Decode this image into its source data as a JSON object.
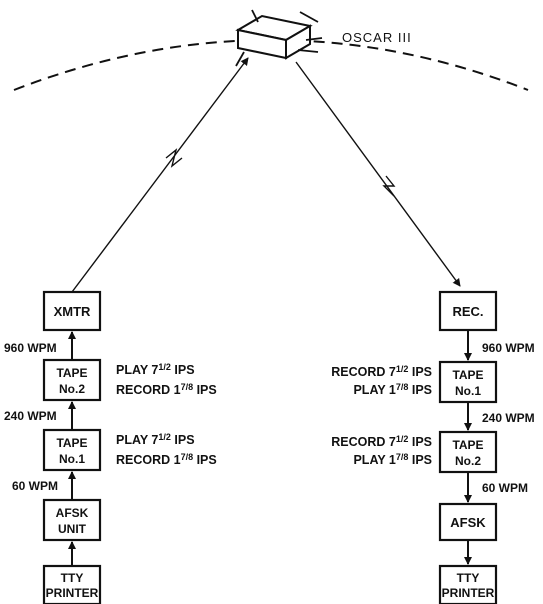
{
  "satellite": {
    "label": "OSCAR III"
  },
  "uplink": {
    "blocks": [
      {
        "lines": [
          "XMTR"
        ]
      },
      {
        "lines": [
          "TAPE",
          "No.2"
        ]
      },
      {
        "lines": [
          "TAPE",
          "No.1"
        ]
      },
      {
        "lines": [
          "AFSK",
          "UNIT"
        ]
      },
      {
        "lines": [
          "TTY",
          "PRINTER"
        ]
      }
    ],
    "rates": [
      "960 WPM",
      "240 WPM",
      "60 WPM"
    ],
    "tape2_notes": {
      "line1_prefix": "PLAY 7",
      "line1_frac": "1/2",
      "line1_suffix": " IPS",
      "line2_prefix": "RECORD 1",
      "line2_frac": "7/8",
      "line2_suffix": " IPS"
    },
    "tape1_notes": {
      "line1_prefix": "PLAY 7",
      "line1_frac": "1/2",
      "line1_suffix": " IPS",
      "line2_prefix": "RECORD 1",
      "line2_frac": "7/8",
      "line2_suffix": " IPS"
    }
  },
  "downlink": {
    "blocks": [
      {
        "lines": [
          "REC."
        ]
      },
      {
        "lines": [
          "TAPE",
          "No.1"
        ]
      },
      {
        "lines": [
          "TAPE",
          "No.2"
        ]
      },
      {
        "lines": [
          "AFSK"
        ]
      },
      {
        "lines": [
          "TTY",
          "PRINTER"
        ]
      }
    ],
    "rates": [
      "960 WPM",
      "240 WPM",
      "60 WPM"
    ],
    "tape1_notes": {
      "line1_prefix": "RECORD 7",
      "line1_frac": "1/2",
      "line1_suffix": " IPS",
      "line2_prefix": "PLAY 1",
      "line2_frac": "7/8",
      "line2_suffix": " IPS"
    },
    "tape2_notes": {
      "line1_prefix": "RECORD 7",
      "line1_frac": "1/2",
      "line1_suffix": " IPS",
      "line2_prefix": "PLAY 1",
      "line2_frac": "7/8",
      "line2_suffix": " IPS"
    }
  }
}
